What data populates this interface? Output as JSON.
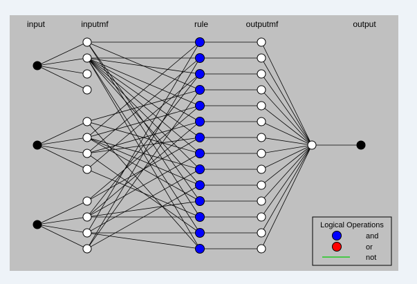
{
  "headers": {
    "input": "input",
    "inputmf": "inputmf",
    "rule": "rule",
    "outputmf": "outputmf",
    "output": "output"
  },
  "network": {
    "inputs": 3,
    "mfs_per_input": 4,
    "rules": 14,
    "outputmfs": 14,
    "outputs": 1,
    "rule_antecedents": [
      [
        0,
        1,
        2
      ],
      [
        1,
        2,
        3
      ],
      [
        1,
        3,
        1
      ],
      [
        0,
        0,
        3
      ],
      [
        1,
        1,
        0
      ],
      [
        1,
        2,
        1
      ],
      [
        1,
        2,
        0
      ],
      [
        1,
        0,
        1
      ],
      [
        1,
        1,
        2
      ],
      [
        1,
        1,
        3
      ],
      [
        0,
        1,
        1
      ],
      [
        0,
        3,
        1
      ],
      [
        1,
        2,
        2
      ],
      [
        1,
        0,
        2
      ]
    ],
    "rule_operations": [
      "and",
      "and",
      "and",
      "and",
      "and",
      "and",
      "and",
      "and",
      "and",
      "and",
      "and",
      "and",
      "and",
      "and"
    ]
  },
  "legend": {
    "title": "Logical Operations",
    "items": [
      {
        "label": "and",
        "color": "#0000ff"
      },
      {
        "label": "or",
        "color": "#ff0000"
      },
      {
        "label": "not",
        "color": "#00cc00"
      }
    ]
  },
  "colors": {
    "panel_bg": "#c0c0c0",
    "input_node": "#000000",
    "mf_node": "#ffffff",
    "rule_and": "#0000ff",
    "edge": "#000000"
  }
}
